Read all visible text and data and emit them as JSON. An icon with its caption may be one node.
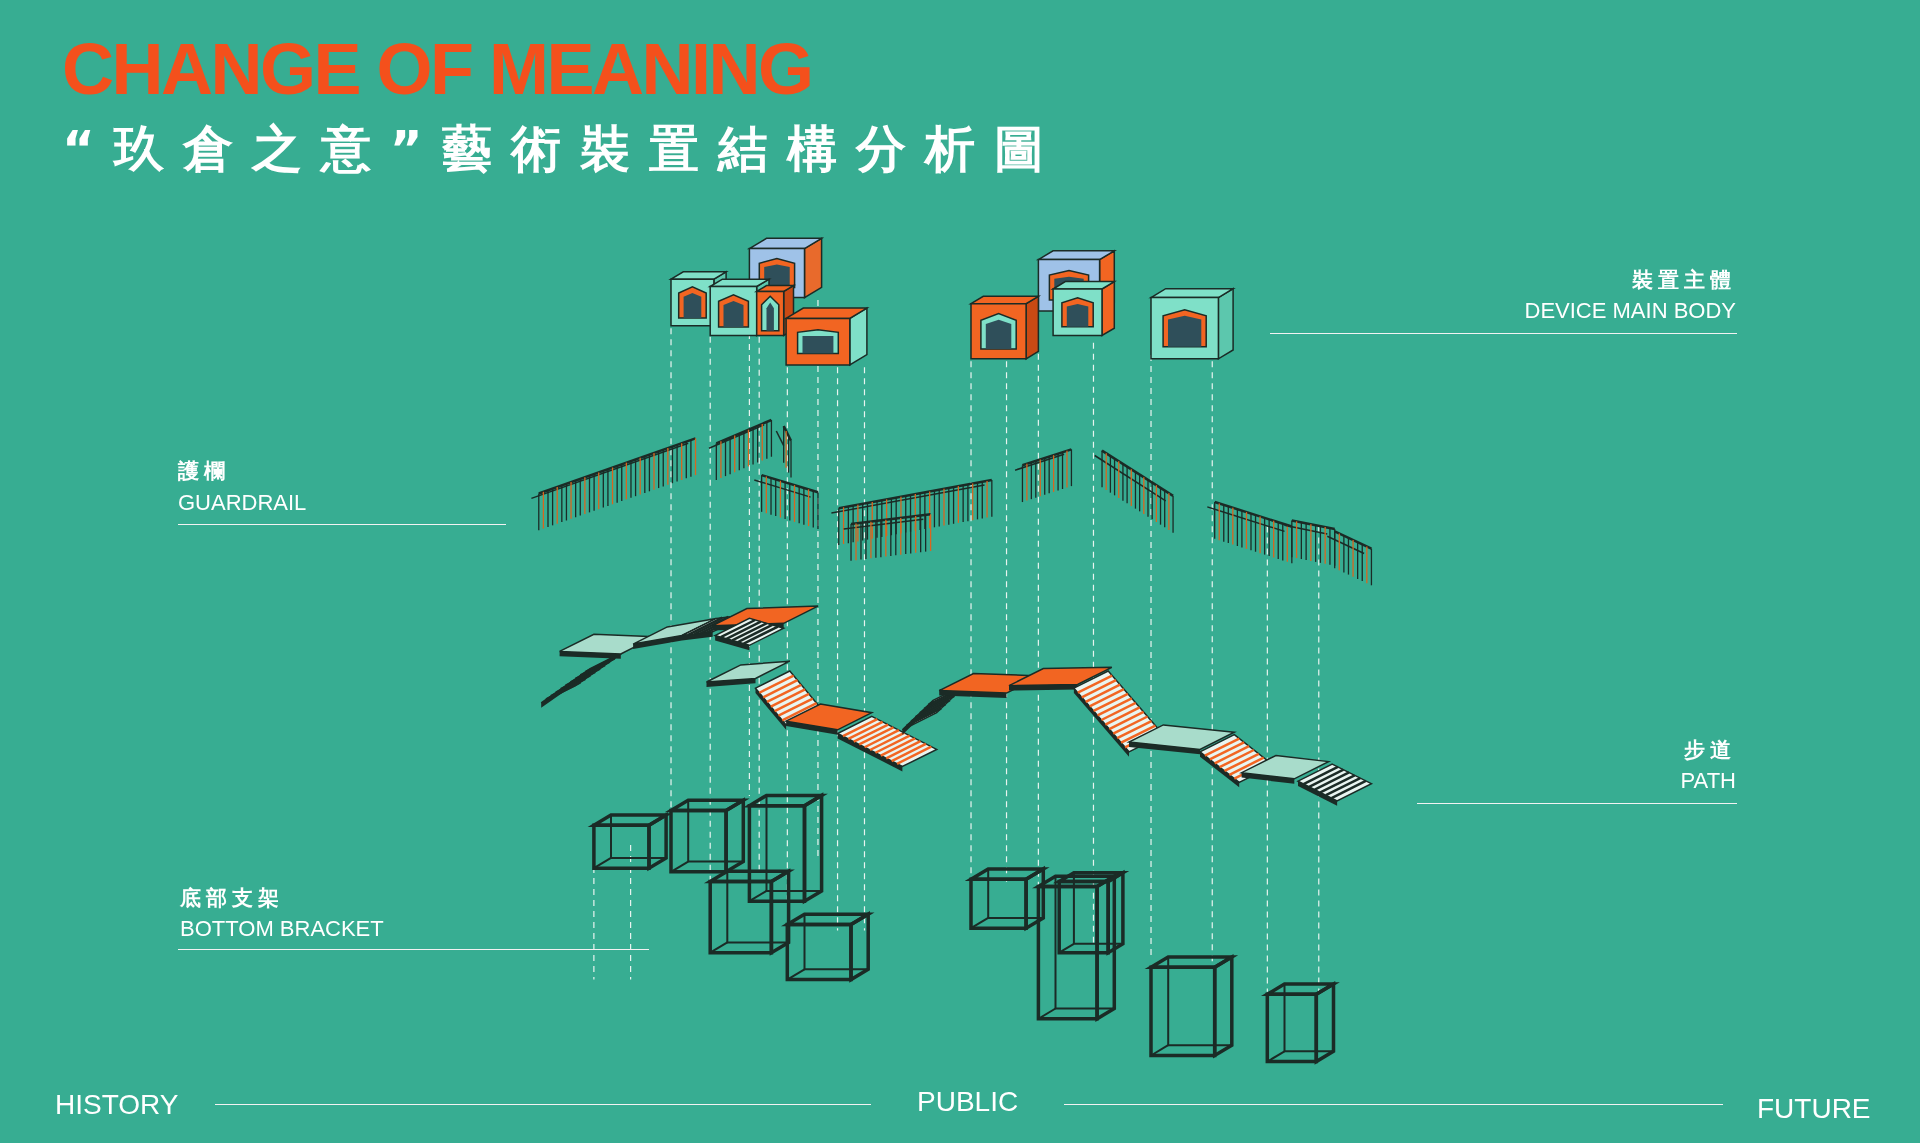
{
  "diagram": {
    "title": "CHANGE OF MEANING",
    "caption": "“玖倉之意”藝術裝置結構分析圖",
    "labels": [
      "裝置主體",
      "DEVICE MAIN BODY",
      "護欄",
      "GUARDRAIL",
      "步道",
      "PATH",
      "底部支架",
      "BOTTOM BRACKET",
      "HISTORY",
      "PUBLIC",
      "FUTURE"
    ]
  }
}
